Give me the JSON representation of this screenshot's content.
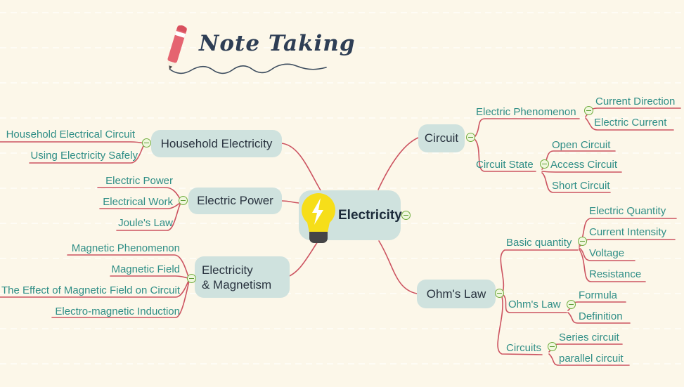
{
  "header": {
    "title": "Note Taking"
  },
  "map": {
    "root": {
      "label": "Electricity"
    },
    "left_branches": [
      {
        "label": "Household Electricity",
        "children": [
          {
            "label": "Household Electrical Circuit"
          },
          {
            "label": "Using Electricity Safely"
          }
        ]
      },
      {
        "label": "Electric Power",
        "children": [
          {
            "label": "Electric Power"
          },
          {
            "label": "Electrical Work"
          },
          {
            "label": "Joule's Law"
          }
        ]
      },
      {
        "label_line1": "Electricity",
        "label_line2": "& Magnetism",
        "children": [
          {
            "label": "Magnetic Phenomenon"
          },
          {
            "label": "Magnetic Field"
          },
          {
            "label": "The Effect of Magnetic Field on Circuit"
          },
          {
            "label": "Electro-magnetic Induction"
          }
        ]
      }
    ],
    "right_branches": [
      {
        "label": "Circuit",
        "children": [
          {
            "label": "Electric Phenomenon",
            "children": [
              {
                "label": "Current Direction"
              },
              {
                "label": "Electric Current"
              }
            ]
          },
          {
            "label": "Circuit State",
            "children": [
              {
                "label": "Open Circuit"
              },
              {
                "label": "Access Circuit"
              },
              {
                "label": "Short Circuit"
              }
            ]
          }
        ]
      },
      {
        "label": "Ohm's Law",
        "children": [
          {
            "label": "Basic quantity",
            "children": [
              {
                "label": "Electric Quantity"
              },
              {
                "label": "Current Intensity"
              },
              {
                "label": "Voltage"
              },
              {
                "label": "Resistance"
              }
            ]
          },
          {
            "label": "Ohm's Law",
            "children": [
              {
                "label": "Formula"
              },
              {
                "label": "Definition"
              }
            ]
          },
          {
            "label": "Circuits",
            "children": [
              {
                "label": "Series circuit"
              },
              {
                "label": "parallel circuit"
              }
            ]
          }
        ]
      }
    ]
  },
  "icons": {
    "pencil": "pencil-icon",
    "lightbulb": "lightbulb-icon",
    "collapse": "collapse-minus-icon"
  },
  "colors": {
    "background": "#fcf7e9",
    "topic_fill": "#cfe2de",
    "topic_text": "#2a3440",
    "leaf_text": "#2f8e86",
    "connector_red": "#cc5360",
    "collapse_green": "#6fac3d",
    "title_navy": "#2e3e55",
    "bulb_yellow": "#f6de19"
  }
}
